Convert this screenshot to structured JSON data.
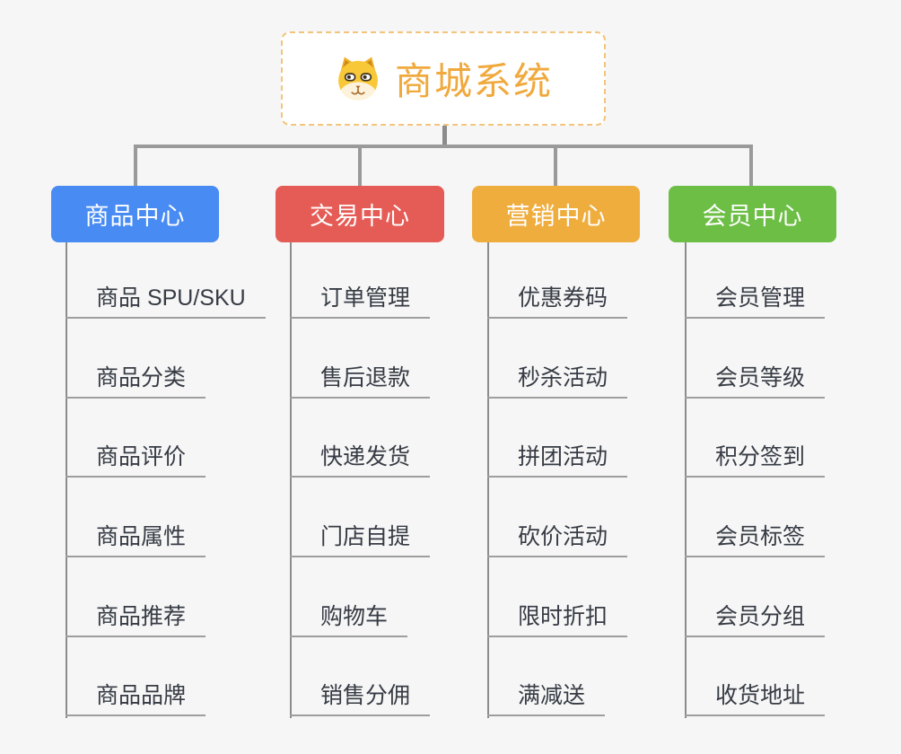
{
  "root": {
    "title": "商城系统",
    "icon": "dog-face-icon",
    "accent_color": "#F0A93C",
    "border_color": "#F3C47C"
  },
  "branches": [
    {
      "label": "商品中心",
      "color": "#478BF3",
      "items": [
        "商品 SPU/SKU",
        "商品分类",
        "商品评价",
        "商品属性",
        "商品推荐",
        "商品品牌"
      ]
    },
    {
      "label": "交易中心",
      "color": "#E55B55",
      "items": [
        "订单管理",
        "售后退款",
        "快递发货",
        "门店自提",
        "购物车",
        "销售分佣"
      ]
    },
    {
      "label": "营销中心",
      "color": "#EFAD3E",
      "items": [
        "优惠券码",
        "秒杀活动",
        "拼团活动",
        "砍价活动",
        "限时折扣",
        "满减送"
      ]
    },
    {
      "label": "会员中心",
      "color": "#6CBE45",
      "items": [
        "会员管理",
        "会员等级",
        "积分签到",
        "会员标签",
        "会员分组",
        "收货地址"
      ]
    }
  ]
}
